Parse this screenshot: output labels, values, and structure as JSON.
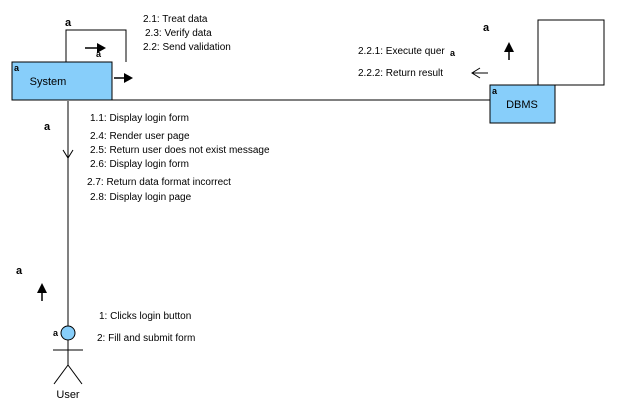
{
  "objects": {
    "system": {
      "label": "System",
      "mark": "a",
      "fill": "#87CEFA"
    },
    "dbms": {
      "label": "DBMS",
      "mark": "a",
      "fill": "#87CEFA"
    },
    "user": {
      "label": "User",
      "mark": "a",
      "fill": "#87CEFA"
    }
  },
  "marks": {
    "system_self_loop": "a",
    "system_self_loop_arrow": "a",
    "user_link": "a",
    "user_above": "a",
    "dbms_above": "a",
    "dbms_msg": "a"
  },
  "messages": {
    "system_self": [
      "2.1: Treat data",
      "2.3: Verify data",
      "2.2: Send validation"
    ],
    "system_to_dbms": [
      "2.2.1: Execute quer",
      "2.2.2: Return result"
    ],
    "system_to_user": [
      "1.1: Display login form",
      "2.4: Render user page",
      "2.5: Return user does not exist message",
      "2.6: Display login form",
      "2.7: Return data format incorrect",
      "2.8: Display login page"
    ],
    "user_to_system": [
      "1: Clicks login button",
      "2: Fill and submit form"
    ]
  },
  "colors": {
    "object_fill": "#87CEFA",
    "line": "#000000"
  }
}
